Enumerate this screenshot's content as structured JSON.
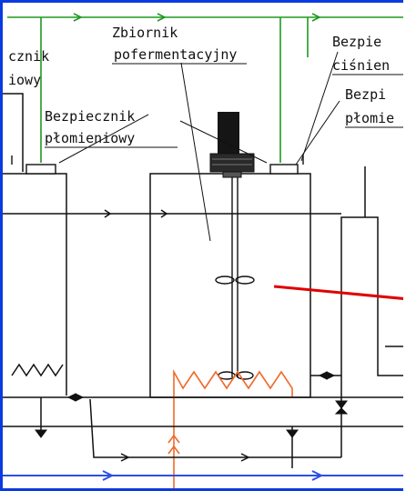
{
  "labels": {
    "partial_left_line1": "cznik",
    "partial_left_line2": "iowy",
    "tank_title_line1": "Zbiornik",
    "tank_title_line2": "pofermentacyjny",
    "flame_arrester_line1": "Bezpiecznik",
    "flame_arrester_line2": "płomieniowy",
    "right_top_line1": "Bezpie",
    "right_top_line2": "ciśnien",
    "right_mid_line1": "Bezpi",
    "right_mid_line2": "płomie"
  },
  "colors": {
    "gas_line": "#1f9a1f",
    "blue_line": "#2b4fe6",
    "red_pointer": "#e00000",
    "heating": "#ef6a2a",
    "frame": "#0b3ae0",
    "ink": "#111111"
  },
  "icons": [
    "agitator-motor-icon",
    "flame-arrester-icon",
    "valve-icon",
    "heating-coil-icon"
  ]
}
